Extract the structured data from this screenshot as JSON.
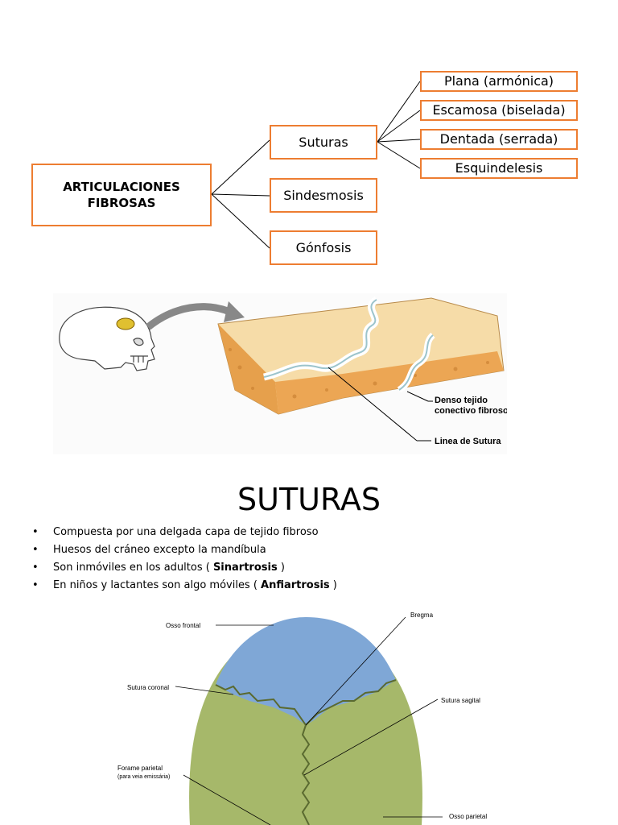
{
  "diagram": {
    "root": "ARTICULACIONES FIBROSAS",
    "branches": [
      "Suturas",
      "Sindesmosis",
      "Gónfosis"
    ],
    "suture_types": [
      "Plana (armónica)",
      "Escamosa (biselada)",
      "Dentada (serrada)",
      "Esquindelesis"
    ]
  },
  "figure1": {
    "label_tissue": "Denso tejido conectivo fibroso",
    "label_tissue_line1": "Denso tejido",
    "label_tissue_line2": "conectivo fibroso",
    "label_line": "Linea de Sutura"
  },
  "section": {
    "title": "SUTURAS",
    "bullets": [
      {
        "text": "Compuesta por una delgada capa de tejido fibroso",
        "bold": "",
        "after": ""
      },
      {
        "text": "Huesos del cráneo excepto la mandíbula",
        "bold": "",
        "after": ""
      },
      {
        "text": "Son inmóviles en los adultos ( ",
        "bold": "Sinartrosis",
        "after": " )"
      },
      {
        "text": "En niños y lactantes son algo móviles ( ",
        "bold": "Anfiartrosis",
        "after": " )"
      }
    ],
    "bullet_char": "•"
  },
  "figure2": {
    "labels": {
      "osso_frontal": "Osso frontal",
      "bregma": "Bregma",
      "sutura_coronal": "Sutura coronal",
      "sutura_sagital": "Sutura sagital",
      "forame_parietal": "Forame parietal",
      "forame_parietal_sub": "(para veia emissária)",
      "osso_parietal": "Osso parietal"
    }
  },
  "colors": {
    "box_border": "#ed7d31",
    "bone_top": "#f4d9a8",
    "bone_pore": "#e8a250",
    "frontal": "#7fa7d6",
    "parietal": "#a6b86a"
  }
}
